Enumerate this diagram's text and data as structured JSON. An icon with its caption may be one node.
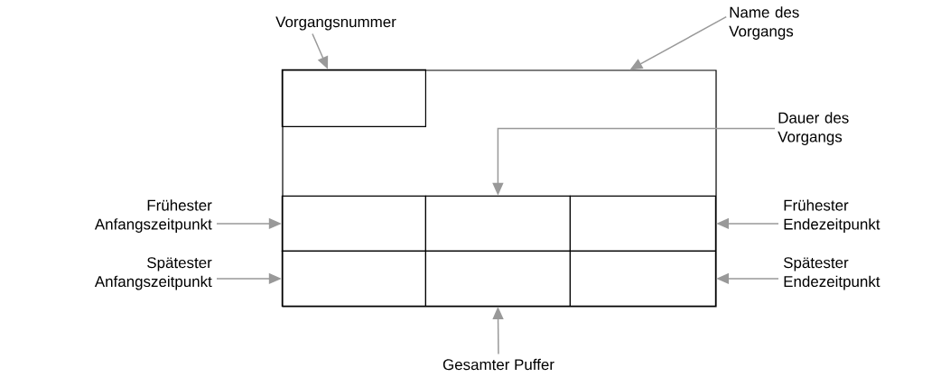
{
  "diagram": {
    "nodes": [
      {
        "text": [
          "Vorgangsnummer"
        ]
      },
      {
        "text": [
          "Name des Vorgangs"
        ]
      },
      {
        "text": [],
        "shape": "box"
      },
      {
        "text": [],
        "shape": "box",
        "in": 2
      },
      {
        "text": [
          "Dauer des Vorgangs"
        ]
      },
      {
        "text": [
          "Frühester Anfangszeitpunkt"
        ]
      },
      {
        "text": [],
        "shape": "box",
        "in": 2
      },
      {
        "text": [],
        "shape": "box",
        "in": 2
      },
      {
        "text": [],
        "shape": "box",
        "in": 2
      },
      {
        "text": [
          "Frühester Endezeitpunkt"
        ]
      },
      {
        "text": [
          "Spätester Anfangszeitpunkt"
        ]
      },
      {
        "text": [],
        "shape": "box",
        "in": 2
      },
      {
        "text": [],
        "shape": "box",
        "in": 2
      },
      {
        "text": [],
        "shape": "box",
        "in": 2
      },
      {
        "text": [
          "Spätester Endezeitpunkt"
        ]
      },
      {
        "text": [
          "Gesamter Puffer"
        ]
      }
    ],
    "edges": [
      {
        "from": 0,
        "to": 3,
        "arrow": "to"
      },
      {
        "from": 1,
        "to": 2,
        "arrow": "to"
      },
      {
        "from": 4,
        "to": 7,
        "arrow": "to"
      },
      {
        "from": 5,
        "to": 6,
        "arrow": "to"
      },
      {
        "from": 9,
        "to": 8,
        "arrow": "to"
      },
      {
        "from": 10,
        "to": 11,
        "arrow": "to"
      },
      {
        "from": 14,
        "to": 13,
        "arrow": "to"
      },
      {
        "from": 15,
        "to": 12,
        "arrow": "to"
      }
    ]
  }
}
